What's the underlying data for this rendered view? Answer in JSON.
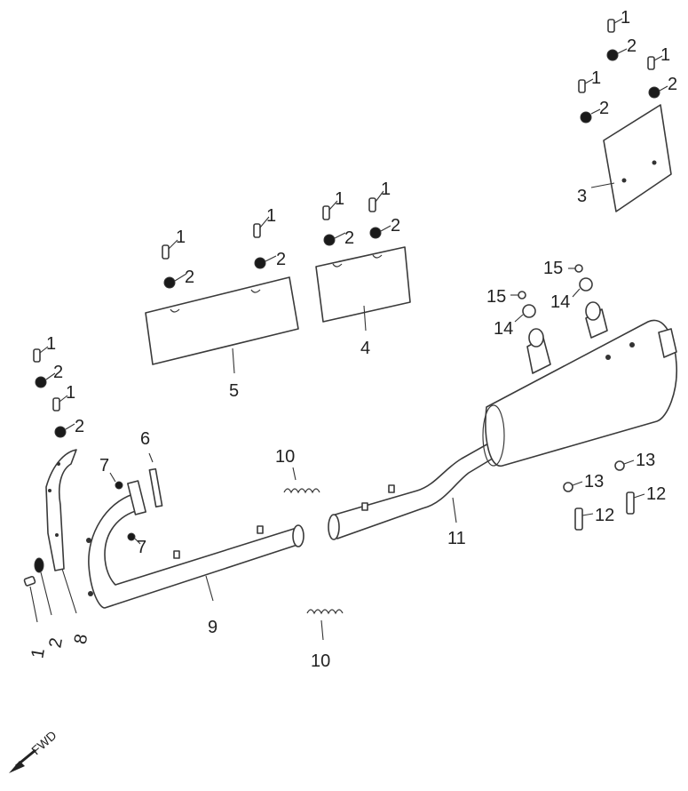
{
  "diagram": {
    "direction_label": "FWD",
    "callouts": {
      "bolt": "1",
      "nut": "2",
      "rear_heat_shield": "3",
      "middle_heat_shield": "4",
      "front_heat_shield": "5",
      "gasket": "6",
      "stud_bolt": "7",
      "header_heat_shield": "8",
      "exhaust_pipe": "9",
      "spring": "10",
      "muffler": "11",
      "mount_bolt": "12",
      "washer": "13",
      "bushing": "14",
      "collar": "15"
    }
  }
}
